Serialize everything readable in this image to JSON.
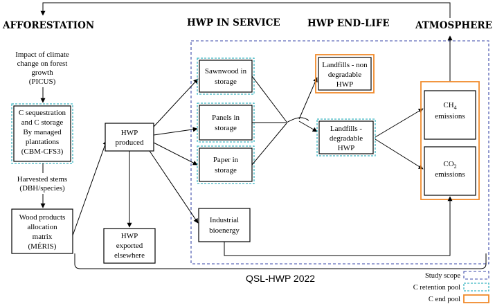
{
  "headers": {
    "afforestation": "AFFORESTATION",
    "in_service": "HWP IN SERVICE",
    "end_life": "HWP END-LIFE",
    "atmosphere": "ATMOSPHERE"
  },
  "labels": {
    "climate": [
      "Impact of climate",
      "change on forest",
      "growth",
      "(PICUS)"
    ],
    "harvested": [
      "Harvested stems",
      "(DBH/species)"
    ]
  },
  "boxes": {
    "sequestration": [
      "C sequestration",
      "and C storage",
      "By managed",
      "plantations",
      "(CBM-CFS3)"
    ],
    "allocation": [
      "Wood products",
      "allocation",
      "matrix",
      "(MÉRIS)"
    ],
    "produced": [
      "HWP",
      "produced"
    ],
    "exported": [
      "HWP",
      "exported",
      "elsewhere"
    ],
    "sawnwood": [
      "Sawnwood in",
      "storage"
    ],
    "panels": [
      "Panels in",
      "storage"
    ],
    "paper": [
      "Paper in",
      "storage"
    ],
    "bioenergy": [
      "Industrial",
      "bioenergy"
    ],
    "landfill_non": [
      "Landfills - non",
      "degradable",
      "HWP"
    ],
    "landfill_deg": [
      "Landfills -",
      "degradable",
      "HWP"
    ],
    "ch4": {
      "main": "CH",
      "sub": "4",
      "line2": "emissions"
    },
    "co2": {
      "main": "CO",
      "sub": "2",
      "line2": "emissions"
    }
  },
  "scope_label": "QSL-HWP 2022",
  "legend": {
    "study_scope": "Study scope",
    "retention": "C retention pool",
    "end_pool": "C end pool"
  },
  "colors": {
    "study_scope": "#3a47a8",
    "retention": "#3fb7c4",
    "end_pool": "#f08a2c"
  }
}
